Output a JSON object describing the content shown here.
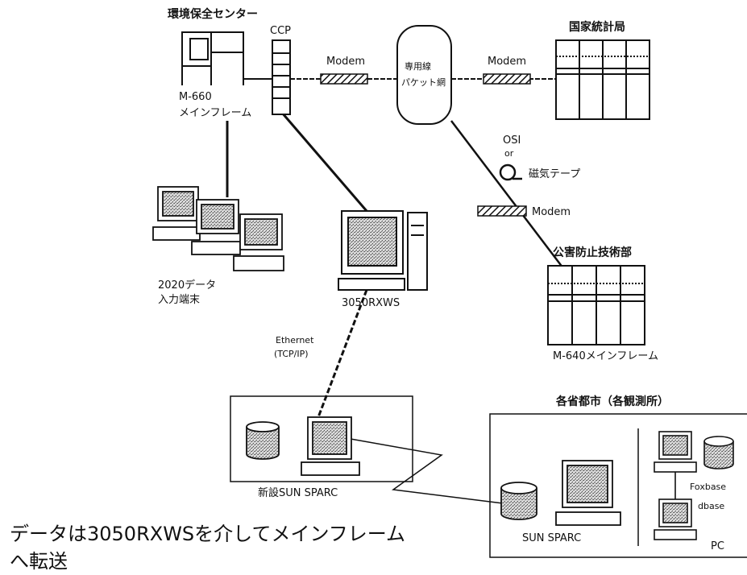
{
  "labels": {
    "env_center": "環境保全センター",
    "ccp": "CCP",
    "m660_line1": "M-660",
    "m660_line2": "メインフレーム",
    "modem_left": "Modem",
    "packet_line1": "専用線",
    "packet_line2": "パケット網",
    "modem_right": "Modem",
    "national_stats": "国家統計局",
    "osi_line1": "OSI",
    "osi_line2": "or",
    "mag_tape": "磁気テープ",
    "modem_lower": "Modem",
    "pollution_dept": "公害防止技術部",
    "m640": "M-640メインフレーム",
    "terminal_line1": "2020データ",
    "terminal_line2": "入力端末",
    "ws_label": "3050RXWS",
    "ethernet_line1": "Ethernet",
    "ethernet_line2": "(TCP/IP)",
    "new_sun": "新設SUN SPARC",
    "provinces": "各省都市（各観測所）",
    "sun_sparc": "SUN SPARC",
    "foxbase": "Foxbase",
    "dbase": "dbase",
    "pc": "PC"
  },
  "caption": {
    "line1": "データは3050RXWSを介してメインフレーム",
    "line2": "へ転送"
  }
}
